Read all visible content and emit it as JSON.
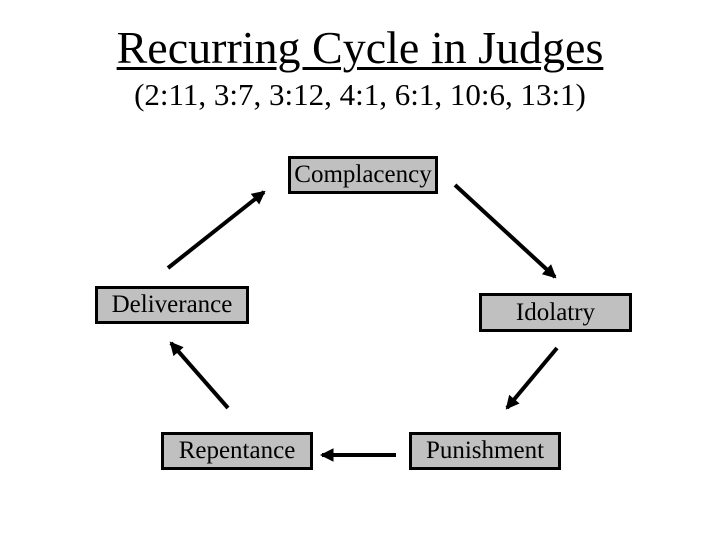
{
  "slide": {
    "title": "Recurring Cycle in Judges",
    "subtitle": "(2:11, 3:7, 3:12, 4:1, 6:1, 10:6, 13:1)"
  },
  "diagram": {
    "type": "cycle",
    "nodes": [
      {
        "id": "complacency",
        "label": "Complacency",
        "position": "top"
      },
      {
        "id": "idolatry",
        "label": "Idolatry",
        "position": "right"
      },
      {
        "id": "punishment",
        "label": "Punishment",
        "position": "bottom-right"
      },
      {
        "id": "repentance",
        "label": "Repentance",
        "position": "bottom-left"
      },
      {
        "id": "deliverance",
        "label": "Deliverance",
        "position": "left"
      }
    ],
    "edges": [
      {
        "from": "Complacency",
        "to": "Idolatry"
      },
      {
        "from": "Idolatry",
        "to": "Punishment"
      },
      {
        "from": "Punishment",
        "to": "Repentance"
      },
      {
        "from": "Repentance",
        "to": "Deliverance"
      },
      {
        "from": "Deliverance",
        "to": "Complacency"
      }
    ],
    "colors": {
      "background": "#ffffff",
      "node_fill": "#c0c0c0",
      "node_border": "#000000",
      "arrow": "#000000",
      "text": "#000000"
    }
  }
}
